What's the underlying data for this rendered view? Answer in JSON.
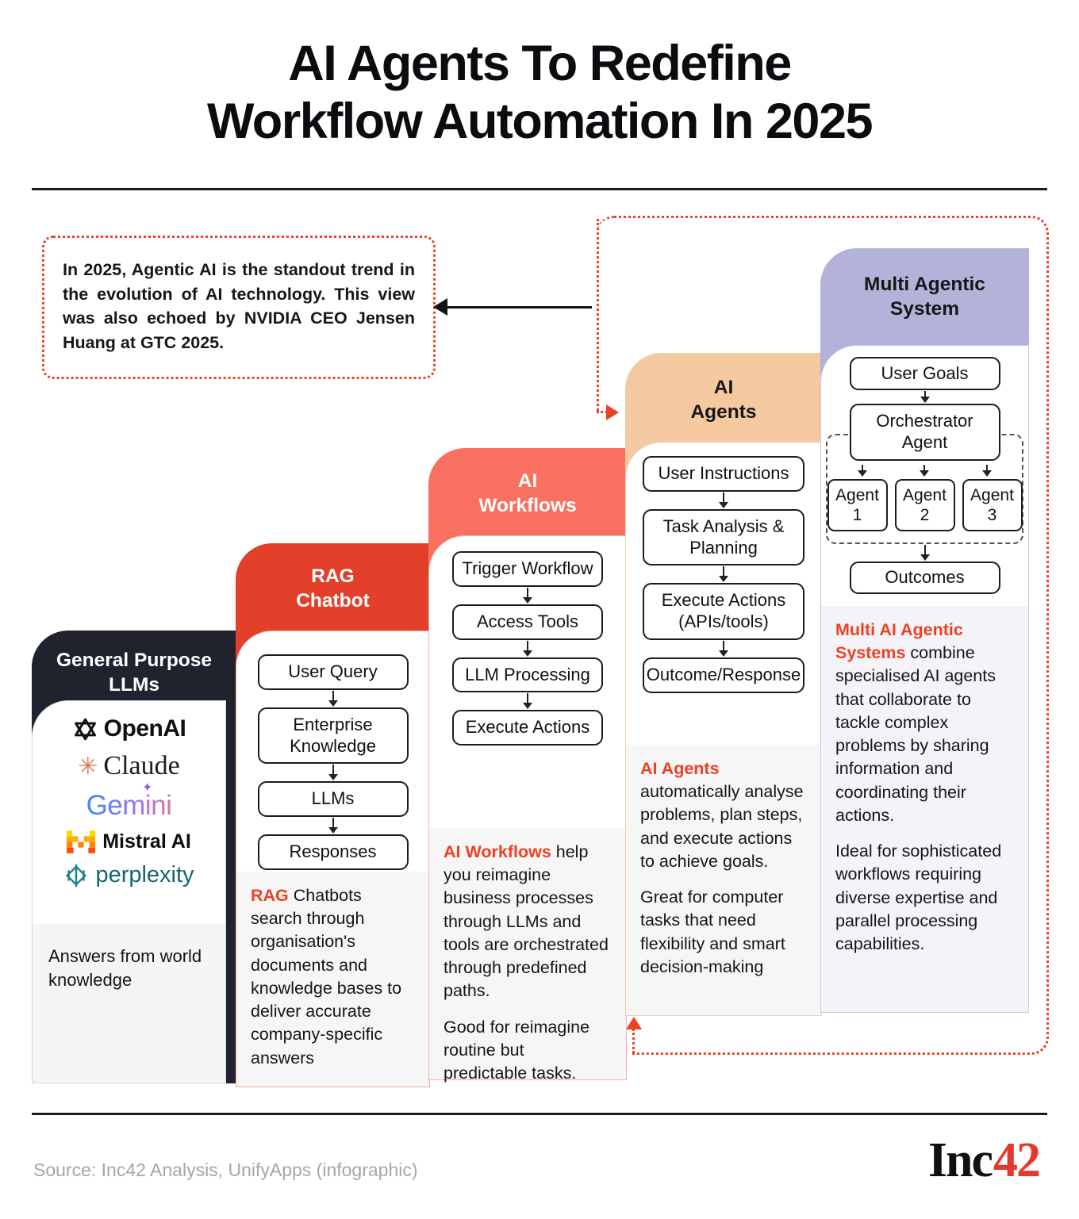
{
  "title": {
    "line1": "AI Agents To Redefine",
    "line2": "Workflow Automation In 2025"
  },
  "callout": {
    "text": "In 2025, Agentic AI is the standout trend in the evolution of AI technology. This view was also echoed by NVIDIA CEO Jensen Huang at GTC 2025."
  },
  "colors": {
    "accent_red": "#ee4023",
    "col_llms_header": "#20232e",
    "col_rag_header": "#e2402b",
    "col_workflows_header": "#fa7060",
    "col_agents_header": "#f5c99f",
    "col_multi_header": "#b3b2d9",
    "desc_bg": "#f6f6f6",
    "brand_42_red": "#e6392e"
  },
  "icons": {
    "claude_star": "✳",
    "gemini_spark": "✦"
  },
  "columns": {
    "llms": {
      "header1": "General Purpose",
      "header2": "LLMs",
      "logos": [
        {
          "label": "OpenAI"
        },
        {
          "label": "Claude"
        },
        {
          "label": "Gemini"
        },
        {
          "label": "Mistral AI"
        },
        {
          "label": "perplexity"
        }
      ],
      "description": "Answers from world knowledge"
    },
    "rag": {
      "header1": "RAG",
      "header2": "Chatbot",
      "steps": [
        "User Query",
        "Enterprise Knowledge",
        "LLMs",
        "Responses"
      ],
      "desc_lead": "RAG",
      "desc_rest": " Chatbots search through organisation's documents and knowledge bases to deliver accurate company-specific answers"
    },
    "workflows": {
      "header1": "AI",
      "header2": "Workflows",
      "steps": [
        "Trigger Workflow",
        "Access Tools",
        "LLM Processing",
        "Execute Actions"
      ],
      "desc_lead": "AI Workflows",
      "desc_rest": " help you reimagine business processes through LLMs and tools are orchestrated through predefined paths.",
      "desc2": "Good for reimagine routine but predictable tasks."
    },
    "agents": {
      "header1": "AI",
      "header2": "Agents",
      "steps": [
        "User Instructions",
        "Task Analysis & Planning",
        "Execute Actions (APIs/tools)",
        "Outcome/Response"
      ],
      "desc_lead": "AI Agents",
      "desc_rest": " automatically analyse problems, plan steps, and execute actions to achieve goals.",
      "desc2": "Great for computer tasks that need flexibility and smart decision-making"
    },
    "multi": {
      "header1": "Multi Agentic",
      "header2": "System",
      "user_goals": "User Goals",
      "orchestrator": "Orchestrator Agent",
      "agents": [
        "Agent 1",
        "Agent 2",
        "Agent 3"
      ],
      "outcomes": "Outcomes",
      "desc_lead": "Multi AI Agentic Systems",
      "desc_rest": " combine specialised AI agents that collaborate to tackle complex problems by sharing information and coordinating their actions.",
      "desc2": "Ideal for sophisticated workflows requiring diverse expertise and parallel processing capabilities."
    }
  },
  "footer": {
    "source": "Source: Inc42 Analysis, UnifyApps (infographic)",
    "brand_inc": "Inc",
    "brand_42": "42"
  }
}
